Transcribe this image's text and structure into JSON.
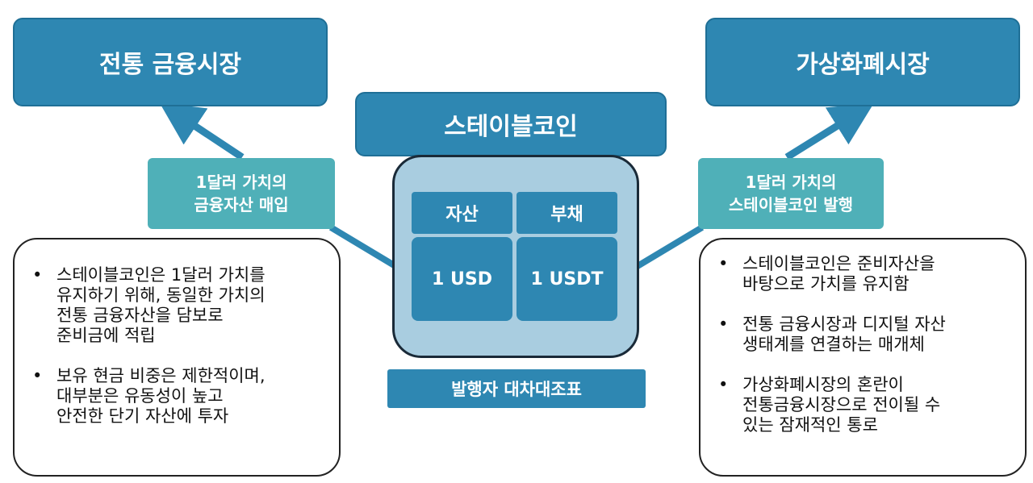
{
  "left_market": "전통 금융시장",
  "right_market": "가상화폐시장",
  "center_title": "스테이블코인",
  "left_flow_label": [
    "1달러 가치의",
    "금융자산 매입"
  ],
  "right_flow_label": [
    "1달러 가치의",
    "스테이블코인 발행"
  ],
  "balance_sheet": {
    "asset_header": "자산",
    "liability_header": "부채",
    "asset_value": "1 USD",
    "liability_value": "1 USDT",
    "caption": "발행자 대차대조표"
  },
  "left_notes": [
    [
      "스테이블코인은 1달러 가치를",
      "유지하기 위해, 동일한 가치의",
      "전통 금융자산을 담보로",
      "준비금에 적립"
    ],
    [
      "보유 현금 비중은 제한적이며,",
      "대부분은 유동성이 높고",
      "안전한 단기 자산에 투자"
    ]
  ],
  "right_notes": [
    [
      "스테이블코인은 준비자산을",
      "바탕으로 가치를 유지함"
    ],
    [
      "전통 금융시장과 디지털 자산",
      "생태계를 연결하는 매개체"
    ],
    [
      "가상화폐시장의 혼란이",
      "전통금융시장으로 전이될 수",
      "있는 잠재적인 통로"
    ]
  ],
  "bullet_char": "•",
  "colors": {
    "market": "#2e87b2",
    "teal": "#4fb0b8",
    "panel": "#a9cde0",
    "arrow": "#2e87b2"
  }
}
